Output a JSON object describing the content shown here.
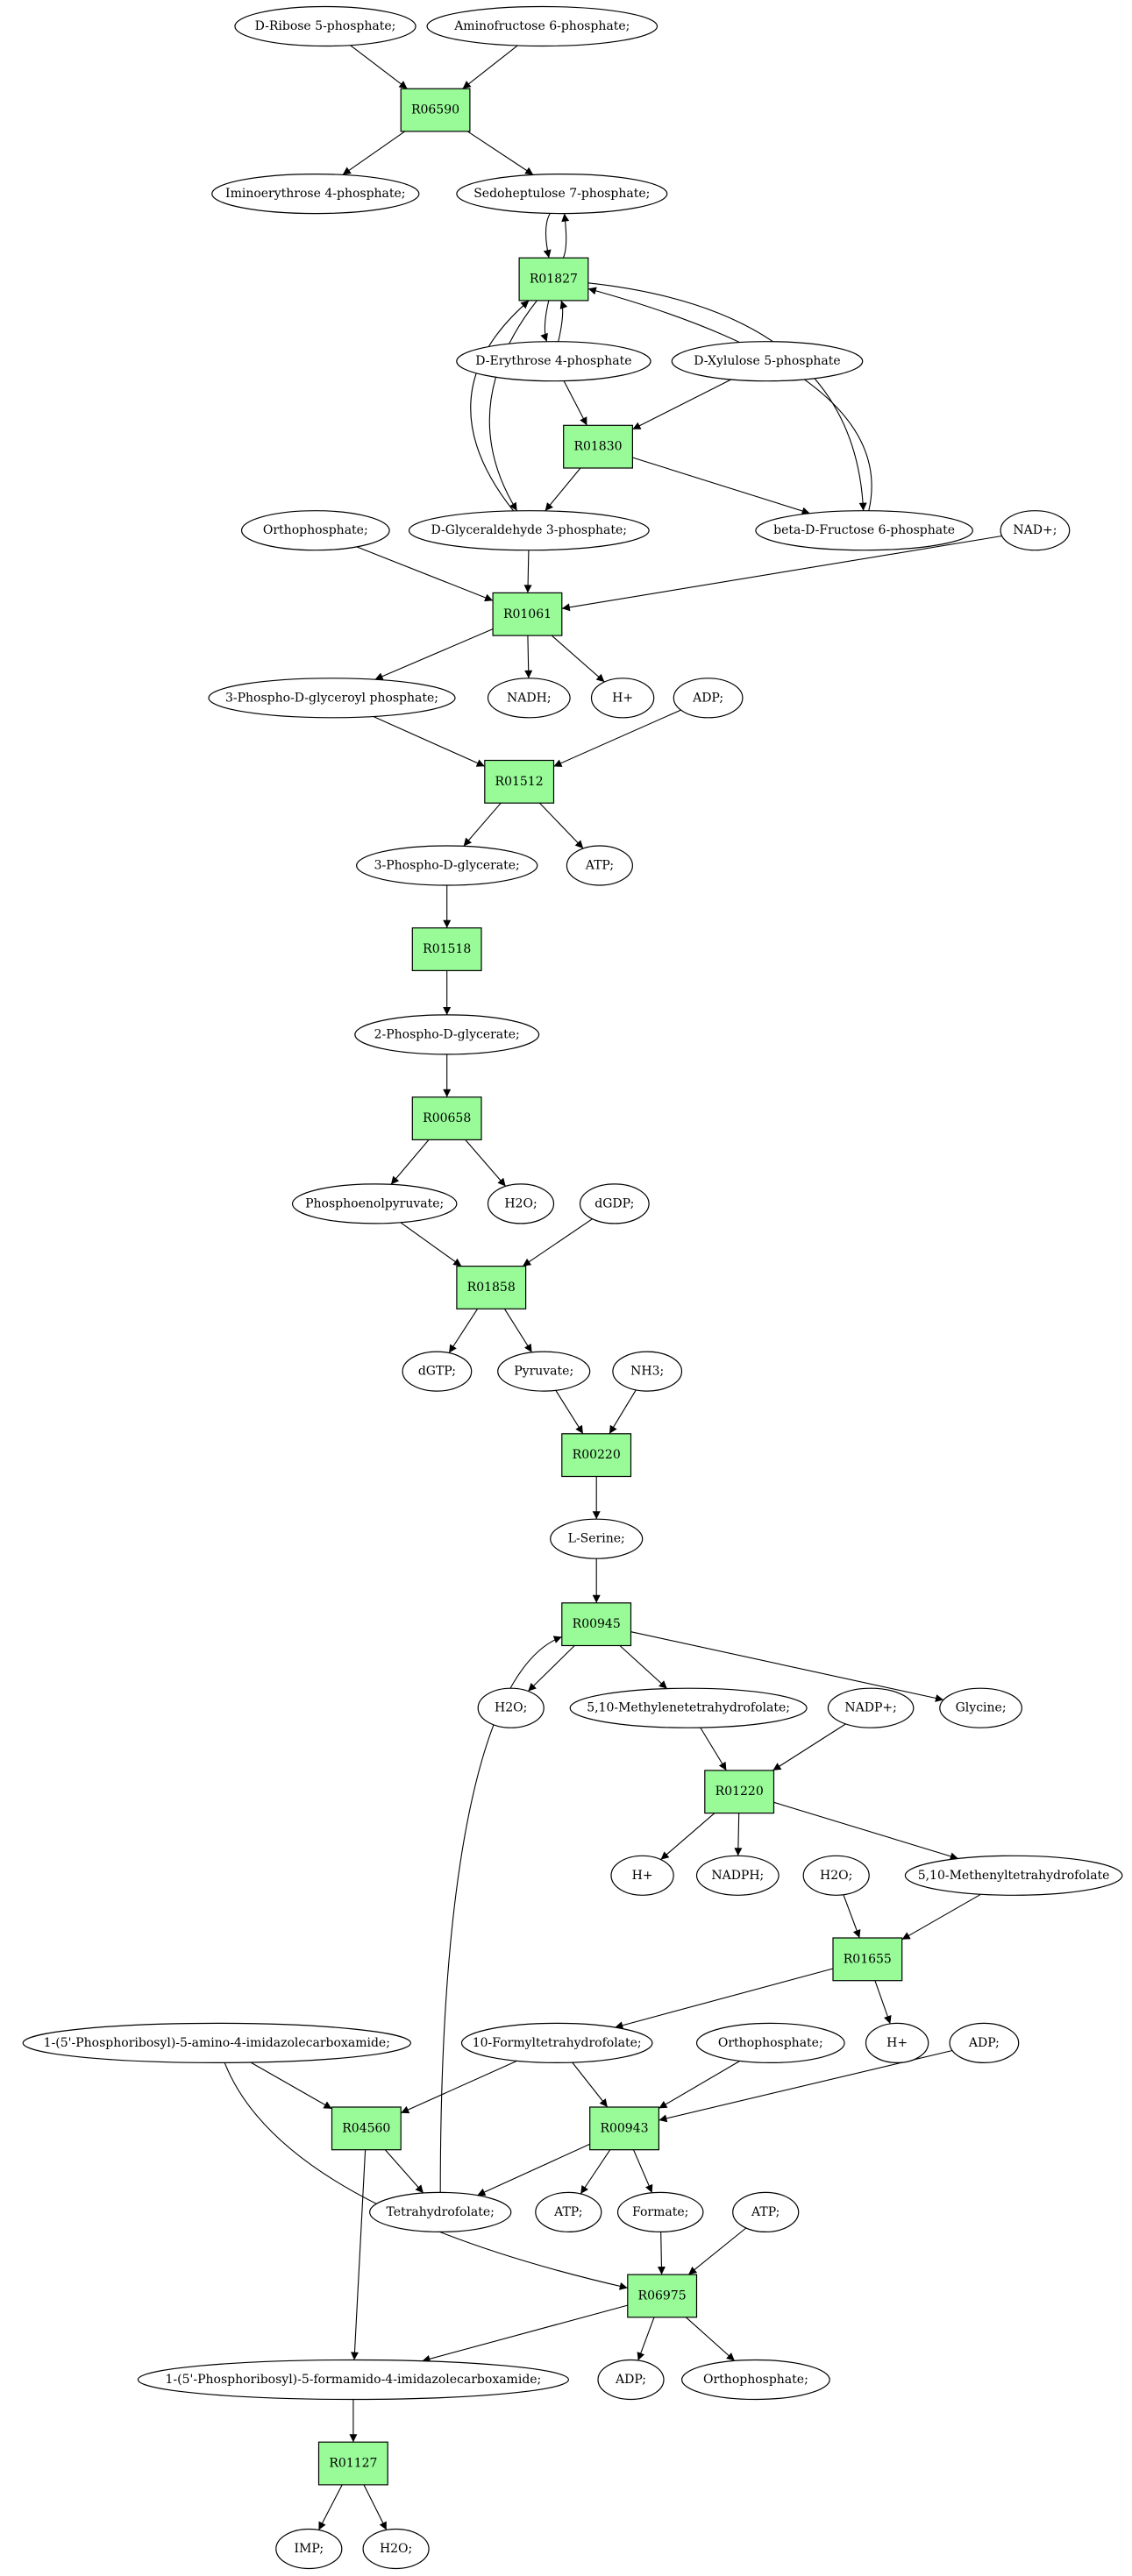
{
  "colors": {
    "reaction_fill": "#98fb98",
    "metabolite_fill": "#ffffff",
    "start_fill": "#00e600",
    "end_fill": "#ffff00",
    "stroke": "#000000"
  },
  "nodes": [
    {
      "id": "m_ribose5p",
      "kind": "metabolite",
      "label": "D-Ribose 5-phosphate;",
      "fill": "#00e600"
    },
    {
      "id": "m_aminofru6p",
      "kind": "metabolite",
      "label": "Aminofructose 6-phosphate;"
    },
    {
      "id": "r_R06590",
      "kind": "reaction",
      "label": "R06590"
    },
    {
      "id": "m_iminoery4p",
      "kind": "metabolite",
      "label": "Iminoerythrose 4-phosphate;"
    },
    {
      "id": "m_sedo7p",
      "kind": "metabolite",
      "label": "Sedoheptulose 7-phosphate;"
    },
    {
      "id": "r_R01827",
      "kind": "reaction",
      "label": "R01827"
    },
    {
      "id": "m_ery4p",
      "kind": "metabolite",
      "label": "D-Erythrose 4-phosphate"
    },
    {
      "id": "m_xylu5p",
      "kind": "metabolite",
      "label": "D-Xylulose 5-phosphate"
    },
    {
      "id": "r_R01830",
      "kind": "reaction",
      "label": "R01830"
    },
    {
      "id": "m_ortho1",
      "kind": "metabolite",
      "label": "Orthophosphate;"
    },
    {
      "id": "m_ga3p",
      "kind": "metabolite",
      "label": "D-Glyceraldehyde 3-phosphate;"
    },
    {
      "id": "m_fru6p",
      "kind": "metabolite",
      "label": "beta-D-Fructose 6-phosphate"
    },
    {
      "id": "m_nadp",
      "kind": "metabolite",
      "label": "NAD+;"
    },
    {
      "id": "r_R01061",
      "kind": "reaction",
      "label": "R01061"
    },
    {
      "id": "m_3pgp",
      "kind": "metabolite",
      "label": "3-Phospho-D-glyceroyl phosphate;"
    },
    {
      "id": "m_nadh",
      "kind": "metabolite",
      "label": "NADH;"
    },
    {
      "id": "m_h1",
      "kind": "metabolite",
      "label": "H+"
    },
    {
      "id": "m_adp1",
      "kind": "metabolite",
      "label": "ADP;"
    },
    {
      "id": "r_R01512",
      "kind": "reaction",
      "label": "R01512"
    },
    {
      "id": "m_3pg",
      "kind": "metabolite",
      "label": "3-Phospho-D-glycerate;"
    },
    {
      "id": "m_atp1",
      "kind": "metabolite",
      "label": "ATP;"
    },
    {
      "id": "r_R01518",
      "kind": "reaction",
      "label": "R01518"
    },
    {
      "id": "m_2pg",
      "kind": "metabolite",
      "label": "2-Phospho-D-glycerate;"
    },
    {
      "id": "r_R00658",
      "kind": "reaction",
      "label": "R00658"
    },
    {
      "id": "m_pep",
      "kind": "metabolite",
      "label": "Phosphoenolpyruvate;"
    },
    {
      "id": "m_h2o1",
      "kind": "metabolite",
      "label": "H2O;"
    },
    {
      "id": "m_dgdp",
      "kind": "metabolite",
      "label": "dGDP;"
    },
    {
      "id": "r_R01858",
      "kind": "reaction",
      "label": "R01858"
    },
    {
      "id": "m_dgtp",
      "kind": "metabolite",
      "label": "dGTP;"
    },
    {
      "id": "m_pyr",
      "kind": "metabolite",
      "label": "Pyruvate;"
    },
    {
      "id": "m_nh3",
      "kind": "metabolite",
      "label": "NH3;"
    },
    {
      "id": "r_R00220",
      "kind": "reaction",
      "label": "R00220"
    },
    {
      "id": "m_ser",
      "kind": "metabolite",
      "label": "L-Serine;"
    },
    {
      "id": "r_R00945",
      "kind": "reaction",
      "label": "R00945"
    },
    {
      "id": "m_h2o2",
      "kind": "metabolite",
      "label": "H2O;"
    },
    {
      "id": "m_methylene",
      "kind": "metabolite",
      "label": "5,10-Methylenetetrahydrofolate;"
    },
    {
      "id": "m_nadp2",
      "kind": "metabolite",
      "label": "NADP+;"
    },
    {
      "id": "m_gly",
      "kind": "metabolite",
      "label": "Glycine;"
    },
    {
      "id": "r_R01220",
      "kind": "reaction",
      "label": "R01220"
    },
    {
      "id": "m_h2",
      "kind": "metabolite",
      "label": "H+"
    },
    {
      "id": "m_nadph",
      "kind": "metabolite",
      "label": "NADPH;"
    },
    {
      "id": "m_h2o3",
      "kind": "metabolite",
      "label": "H2O;"
    },
    {
      "id": "m_methenyl",
      "kind": "metabolite",
      "label": "5,10-Methenyltetrahydrofolate"
    },
    {
      "id": "r_R01655",
      "kind": "reaction",
      "label": "R01655"
    },
    {
      "id": "m_aicar",
      "kind": "metabolite",
      "label": "1-(5'-Phosphoribosyl)-5-amino-4-imidazolecarboxamide;"
    },
    {
      "id": "m_formylthf",
      "kind": "metabolite",
      "label": "10-Formyltetrahydrofolate;"
    },
    {
      "id": "m_ortho2",
      "kind": "metabolite",
      "label": "Orthophosphate;"
    },
    {
      "id": "m_h3",
      "kind": "metabolite",
      "label": "H+"
    },
    {
      "id": "m_adp2",
      "kind": "metabolite",
      "label": "ADP;"
    },
    {
      "id": "r_R04560",
      "kind": "reaction",
      "label": "R04560"
    },
    {
      "id": "r_R00943",
      "kind": "reaction",
      "label": "R00943"
    },
    {
      "id": "m_thf",
      "kind": "metabolite",
      "label": "Tetrahydrofolate;"
    },
    {
      "id": "m_atp2",
      "kind": "metabolite",
      "label": "ATP;"
    },
    {
      "id": "m_formate",
      "kind": "metabolite",
      "label": "Formate;"
    },
    {
      "id": "m_atp3",
      "kind": "metabolite",
      "label": "ATP;"
    },
    {
      "id": "r_R06975",
      "kind": "reaction",
      "label": "R06975"
    },
    {
      "id": "m_faicar",
      "kind": "metabolite",
      "label": "1-(5'-Phosphoribosyl)-5-formamido-4-imidazolecarboxamide;"
    },
    {
      "id": "m_adp3",
      "kind": "metabolite",
      "label": "ADP;"
    },
    {
      "id": "m_ortho3",
      "kind": "metabolite",
      "label": "Orthophosphate;"
    },
    {
      "id": "r_R01127",
      "kind": "reaction",
      "label": "R01127"
    },
    {
      "id": "m_imp",
      "kind": "metabolite",
      "label": "IMP;",
      "fill": "#ffff00"
    },
    {
      "id": "m_h2o4",
      "kind": "metabolite",
      "label": "H2O;"
    }
  ],
  "edges": [
    {
      "from": "m_ribose5p",
      "to": "r_R06590"
    },
    {
      "from": "m_aminofru6p",
      "to": "r_R06590"
    },
    {
      "from": "r_R06590",
      "to": "m_iminoery4p"
    },
    {
      "from": "r_R06590",
      "to": "m_sedo7p"
    },
    {
      "from": "m_sedo7p",
      "to": "r_R01827"
    },
    {
      "from": "r_R01827",
      "to": "m_sedo7p"
    },
    {
      "from": "r_R01827",
      "to": "m_ery4p"
    },
    {
      "from": "m_ery4p",
      "to": "r_R01827"
    },
    {
      "from": "m_ery4p",
      "to": "r_R01830"
    },
    {
      "from": "m_xylu5p",
      "to": "r_R01830"
    },
    {
      "from": "r_R01830",
      "to": "m_ga3p"
    },
    {
      "from": "r_R01830",
      "to": "m_fru6p"
    },
    {
      "from": "m_ga3p",
      "to": "r_R01827"
    },
    {
      "from": "r_R01827",
      "to": "m_ga3p"
    },
    {
      "from": "m_fru6p",
      "to": "r_R01827"
    },
    {
      "from": "r_R01827",
      "to": "m_fru6p"
    },
    {
      "from": "m_ortho1",
      "to": "r_R01061"
    },
    {
      "from": "m_ga3p",
      "to": "r_R01061"
    },
    {
      "from": "m_nadp",
      "to": "r_R01061"
    },
    {
      "from": "r_R01061",
      "to": "m_3pgp"
    },
    {
      "from": "r_R01061",
      "to": "m_nadh"
    },
    {
      "from": "r_R01061",
      "to": "m_h1"
    },
    {
      "from": "m_3pgp",
      "to": "r_R01512"
    },
    {
      "from": "m_adp1",
      "to": "r_R01512"
    },
    {
      "from": "r_R01512",
      "to": "m_3pg"
    },
    {
      "from": "r_R01512",
      "to": "m_atp1"
    },
    {
      "from": "m_3pg",
      "to": "r_R01518"
    },
    {
      "from": "r_R01518",
      "to": "m_2pg"
    },
    {
      "from": "m_2pg",
      "to": "r_R00658"
    },
    {
      "from": "r_R00658",
      "to": "m_pep"
    },
    {
      "from": "r_R00658",
      "to": "m_h2o1"
    },
    {
      "from": "m_pep",
      "to": "r_R01858"
    },
    {
      "from": "m_dgdp",
      "to": "r_R01858"
    },
    {
      "from": "r_R01858",
      "to": "m_dgtp"
    },
    {
      "from": "r_R01858",
      "to": "m_pyr"
    },
    {
      "from": "m_pyr",
      "to": "r_R00220"
    },
    {
      "from": "m_nh3",
      "to": "r_R00220"
    },
    {
      "from": "r_R00220",
      "to": "m_ser"
    },
    {
      "from": "m_ser",
      "to": "r_R00945"
    },
    {
      "from": "m_thf",
      "to": "r_R00945"
    },
    {
      "from": "r_R00945",
      "to": "m_h2o2"
    },
    {
      "from": "r_R00945",
      "to": "m_methylene"
    },
    {
      "from": "r_R00945",
      "to": "m_gly"
    },
    {
      "from": "m_methylene",
      "to": "r_R01220"
    },
    {
      "from": "m_nadp2",
      "to": "r_R01220"
    },
    {
      "from": "r_R01220",
      "to": "m_h2"
    },
    {
      "from": "r_R01220",
      "to": "m_nadph"
    },
    {
      "from": "r_R01220",
      "to": "m_methenyl"
    },
    {
      "from": "m_h2o3",
      "to": "r_R01655"
    },
    {
      "from": "m_methenyl",
      "to": "r_R01655"
    },
    {
      "from": "r_R01655",
      "to": "m_formylthf"
    },
    {
      "from": "r_R01655",
      "to": "m_h3"
    },
    {
      "from": "m_aicar",
      "to": "r_R04560"
    },
    {
      "from": "m_formylthf",
      "to": "r_R04560"
    },
    {
      "from": "m_formylthf",
      "to": "r_R00943"
    },
    {
      "from": "m_ortho2",
      "to": "r_R00943"
    },
    {
      "from": "m_adp2",
      "to": "r_R00943"
    },
    {
      "from": "r_R04560",
      "to": "m_thf"
    },
    {
      "from": "r_R00943",
      "to": "m_thf"
    },
    {
      "from": "r_R00943",
      "to": "m_atp2"
    },
    {
      "from": "r_R00943",
      "to": "m_formate"
    },
    {
      "from": "m_aicar",
      "to": "r_R06975"
    },
    {
      "from": "m_formate",
      "to": "r_R06975"
    },
    {
      "from": "m_atp3",
      "to": "r_R06975"
    },
    {
      "from": "r_R04560",
      "to": "m_faicar"
    },
    {
      "from": "r_R06975",
      "to": "m_faicar"
    },
    {
      "from": "r_R06975",
      "to": "m_adp3"
    },
    {
      "from": "r_R06975",
      "to": "m_ortho3"
    },
    {
      "from": "m_faicar",
      "to": "r_R01127"
    },
    {
      "from": "r_R01127",
      "to": "m_imp"
    },
    {
      "from": "r_R01127",
      "to": "m_h2o4"
    }
  ]
}
